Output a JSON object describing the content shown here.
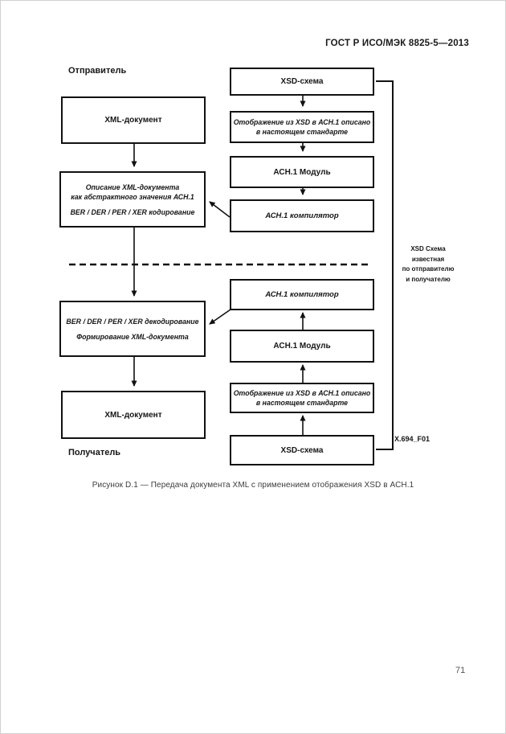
{
  "page": {
    "header": "ГОСТ Р ИСО/МЭК 8825-5—2013",
    "caption": "Рисунок D.1 — Передача документа XML с применением отображения XSD в АСН.1",
    "page_number": "71"
  },
  "diagram": {
    "sender_label": "Отправитель",
    "receiver_label": "Получатель",
    "figure_id": "X.694_F01",
    "left_column": {
      "xml_doc_top": "XML-документ",
      "describe_line1": "Описание XML-документа",
      "describe_line2": "как абстрактного значения АСН.1",
      "describe_line3": "BER / DER / PER / XER кодирование",
      "decode_line1": "BER / DER / PER / XER декодирование",
      "decode_line2": "Формирование XML-документа",
      "xml_doc_bottom": "XML-документ"
    },
    "right_column": {
      "xsd_schema_top": "XSD-схема",
      "mapping_top_line1": "Отображение из XSD в АСН.1 описано",
      "mapping_top_line2": "в настоящем стандарте",
      "asn1_module_top": "АСН.1 Модуль",
      "asn1_compiler_top": "АСН.1 компилятор",
      "asn1_compiler_bottom": "АСН.1 компилятор",
      "asn1_module_bottom": "АСН.1 Модуль",
      "mapping_bottom_line1": "Отображение из XSD в АСН.1 описано",
      "mapping_bottom_line2": "в настоящем стандарте",
      "xsd_schema_bottom": "XSD-схема"
    },
    "side_note": {
      "line1": "XSD Схема",
      "line2": "известная",
      "line3": "по отправителю",
      "line4": "и получателю"
    }
  }
}
